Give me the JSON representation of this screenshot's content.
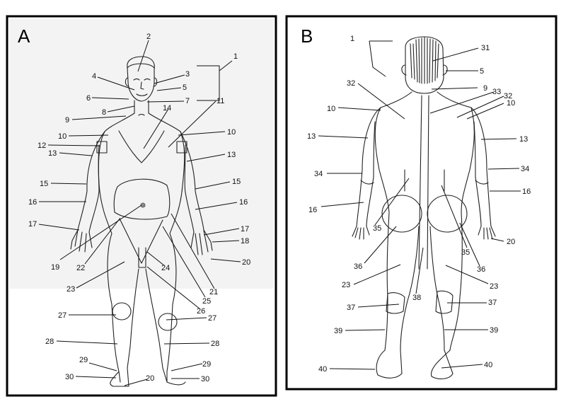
{
  "panels": [
    {
      "letter": "A",
      "labels": [
        {
          "id": "a1",
          "text": "1"
        },
        {
          "id": "a2",
          "text": "2"
        },
        {
          "id": "a3",
          "text": "3"
        },
        {
          "id": "a4",
          "text": "4"
        },
        {
          "id": "a5",
          "text": "5"
        },
        {
          "id": "a6",
          "text": "6"
        },
        {
          "id": "a7",
          "text": "7"
        },
        {
          "id": "a8",
          "text": "8"
        },
        {
          "id": "a9",
          "text": "9"
        },
        {
          "id": "a10l",
          "text": "10"
        },
        {
          "id": "a10r",
          "text": "10"
        },
        {
          "id": "a11",
          "text": "11"
        },
        {
          "id": "a12",
          "text": "12"
        },
        {
          "id": "a13l",
          "text": "13"
        },
        {
          "id": "a13r",
          "text": "13"
        },
        {
          "id": "a14",
          "text": "14"
        },
        {
          "id": "a15l",
          "text": "15"
        },
        {
          "id": "a15r",
          "text": "15"
        },
        {
          "id": "a16l",
          "text": "16"
        },
        {
          "id": "a16r",
          "text": "16"
        },
        {
          "id": "a17l",
          "text": "17"
        },
        {
          "id": "a17r",
          "text": "17"
        },
        {
          "id": "a18",
          "text": "18"
        },
        {
          "id": "a19",
          "text": "19"
        },
        {
          "id": "a20a",
          "text": "20"
        },
        {
          "id": "a20b",
          "text": "20"
        },
        {
          "id": "a21",
          "text": "21"
        },
        {
          "id": "a22",
          "text": "22"
        },
        {
          "id": "a23",
          "text": "23"
        },
        {
          "id": "a24",
          "text": "24"
        },
        {
          "id": "a25",
          "text": "25"
        },
        {
          "id": "a26",
          "text": "26"
        },
        {
          "id": "a27l",
          "text": "27"
        },
        {
          "id": "a27r",
          "text": "27"
        },
        {
          "id": "a28l",
          "text": "28"
        },
        {
          "id": "a28r",
          "text": "28"
        },
        {
          "id": "a29l",
          "text": "29"
        },
        {
          "id": "a29r",
          "text": "29"
        },
        {
          "id": "a30l",
          "text": "30"
        },
        {
          "id": "a30r",
          "text": "30"
        }
      ]
    },
    {
      "letter": "B",
      "labels": [
        {
          "id": "b1",
          "text": "1"
        },
        {
          "id": "b31",
          "text": "31"
        },
        {
          "id": "b5",
          "text": "5"
        },
        {
          "id": "b32l",
          "text": "32"
        },
        {
          "id": "b9",
          "text": "9"
        },
        {
          "id": "b33",
          "text": "33"
        },
        {
          "id": "b32r",
          "text": "32"
        },
        {
          "id": "b10l",
          "text": "10"
        },
        {
          "id": "b10r",
          "text": "10"
        },
        {
          "id": "b13l",
          "text": "13"
        },
        {
          "id": "b13r",
          "text": "13"
        },
        {
          "id": "b34l",
          "text": "34"
        },
        {
          "id": "b34r",
          "text": "34"
        },
        {
          "id": "b16l",
          "text": "16"
        },
        {
          "id": "b16r",
          "text": "16"
        },
        {
          "id": "b35l",
          "text": "35"
        },
        {
          "id": "b35r",
          "text": "35"
        },
        {
          "id": "b20",
          "text": "20"
        },
        {
          "id": "b36l",
          "text": "36"
        },
        {
          "id": "b36r",
          "text": "36"
        },
        {
          "id": "b23l",
          "text": "23"
        },
        {
          "id": "b23r",
          "text": "23"
        },
        {
          "id": "b38",
          "text": "38"
        },
        {
          "id": "b37l",
          "text": "37"
        },
        {
          "id": "b37r",
          "text": "37"
        },
        {
          "id": "b39l",
          "text": "39"
        },
        {
          "id": "b39r",
          "text": "39"
        },
        {
          "id": "b40l",
          "text": "40"
        },
        {
          "id": "b40r",
          "text": "40"
        }
      ]
    }
  ]
}
